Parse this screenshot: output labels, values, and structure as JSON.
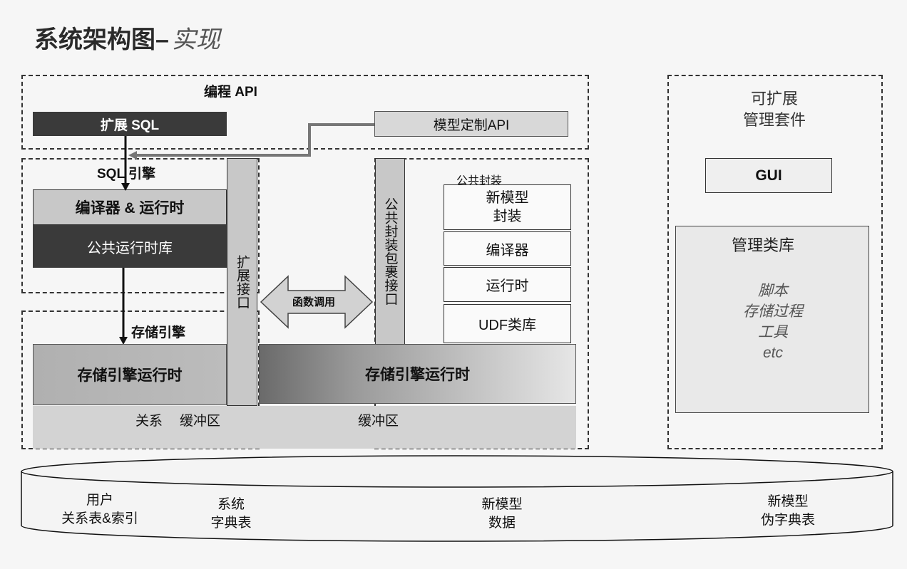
{
  "title": {
    "main": "系统架构图–",
    "sub": "实现"
  },
  "api_group": {
    "label": "编程 API",
    "ext_sql": "扩展 SQL",
    "model_api": "模型定制API"
  },
  "sql_engine": {
    "label": "SQL 引擎",
    "compiler_runtime": "编译器 & 运行时",
    "common_runtime_lib": "公共运行时库"
  },
  "ext_interface": "扩展接口",
  "func_call": "函数调用",
  "common_wrapper_interface": "公共封装包裹接口",
  "common_wrapper": {
    "label": "公共封装",
    "items": [
      "新模型\n封装",
      "编译器",
      "运行时",
      "UDF类库"
    ]
  },
  "storage_engine": {
    "label": "存储引擎",
    "runtime_left": "存储引擎运行时",
    "runtime_right": "存储引擎运行时",
    "buffer_left_a": "关系",
    "buffer_left_b": "缓冲区",
    "buffer_right": "缓冲区"
  },
  "mgmt": {
    "title": "可扩展\n管理套件",
    "gui": "GUI",
    "lib_title": "管理类库",
    "lib_items": [
      "脚本",
      "存储过程",
      "工具",
      "etc"
    ]
  },
  "database": {
    "items": [
      "用户\n关系表&索引",
      "系统\n字典表",
      "新模型\n数据",
      "新模型\n伪字典表"
    ]
  }
}
